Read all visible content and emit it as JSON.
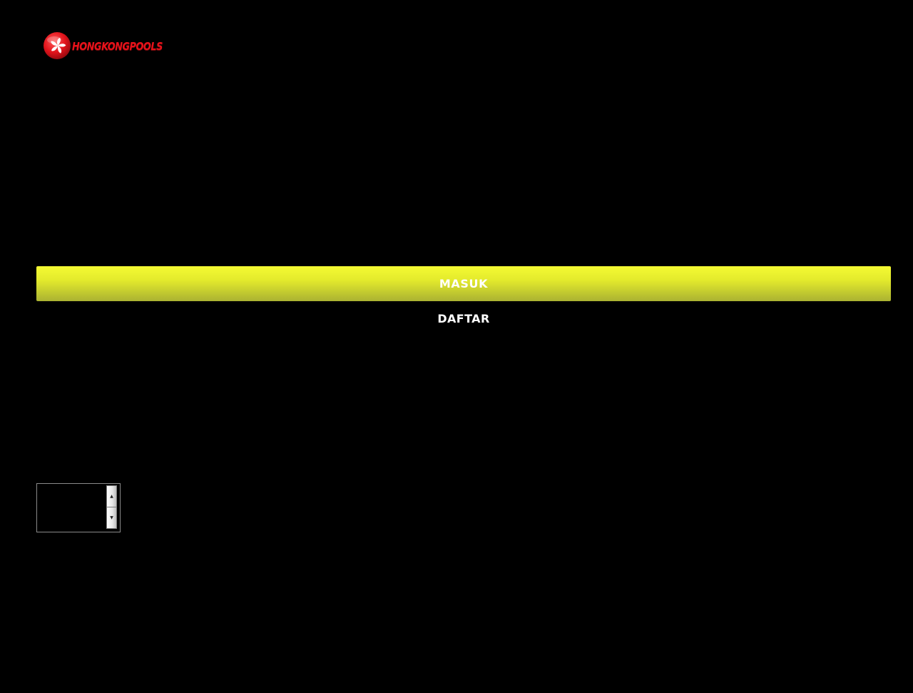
{
  "logo": {
    "text": "HONGKONGPOOLS",
    "emblem": "hong-kong-bauhinia-emblem",
    "color": "#e8121a"
  },
  "actions": {
    "login_label": "MASUK",
    "register_label": "DAFTAR"
  },
  "colors": {
    "background": "#000000",
    "login_gradient_top": "#f5fb33",
    "login_gradient_bottom": "#aab232",
    "text": "#ffffff"
  },
  "spinner": {
    "up_icon": "arrow-up-icon",
    "down_icon": "arrow-down-icon",
    "up_glyph": "▲",
    "down_glyph": "▼"
  }
}
